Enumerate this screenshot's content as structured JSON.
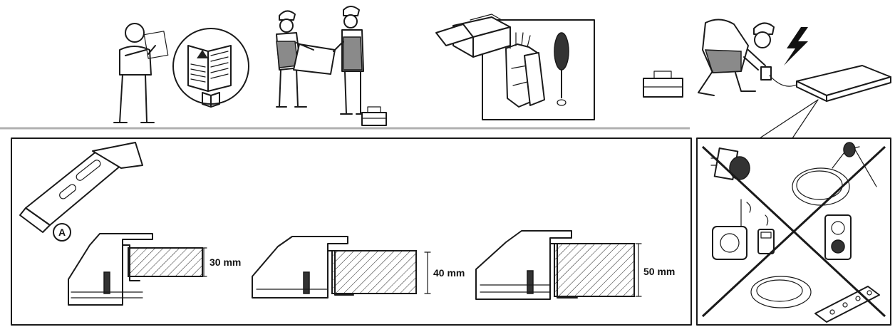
{
  "clip_label": "A",
  "thickness_labels": [
    "30 mm",
    "40 mm",
    "50 mm"
  ],
  "colors": {
    "line": "#1a1a1a",
    "gray": "#8a8a8a",
    "separator": "#b0b0b0"
  },
  "icons": [
    "manual-reading-person-icon",
    "manual-book-icon",
    "two-workers-carrying-panel-icon",
    "toolbox-icon",
    "gloves-icon",
    "screwdriver-icon",
    "worker-at-socket-icon",
    "electric-bolt-icon",
    "mounting-clip-a-icon",
    "no-adapters-icon",
    "no-extension-cords-icon",
    "no-multi-plug-icon"
  ]
}
